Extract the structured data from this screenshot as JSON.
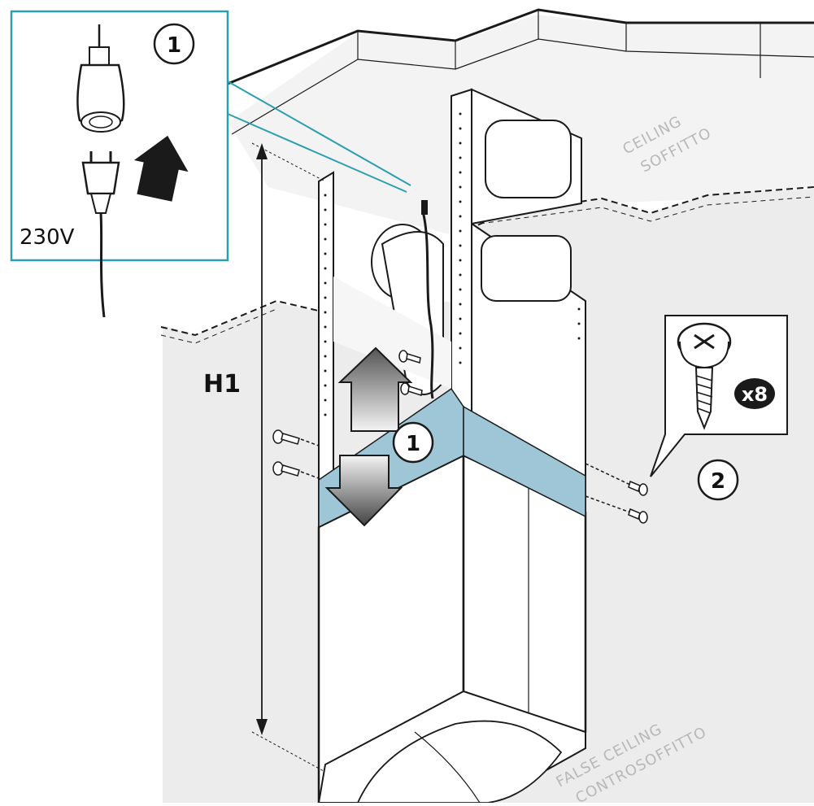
{
  "labels": {
    "ceiling_en": "CEILING",
    "ceiling_it": "SOFFITTO",
    "false_ceiling_en": "FALSE CEILING",
    "false_ceiling_it": "CONTROSOFFITTO",
    "height": "H1",
    "voltage": "230V",
    "screw_count": "x8",
    "step_1": "1",
    "step_2": "2"
  },
  "colors": {
    "accent_blue": "#9ec6d6",
    "callout_teal": "#2a9fb0",
    "wall_gray": "#ececec",
    "line": "#1a1a1a"
  }
}
